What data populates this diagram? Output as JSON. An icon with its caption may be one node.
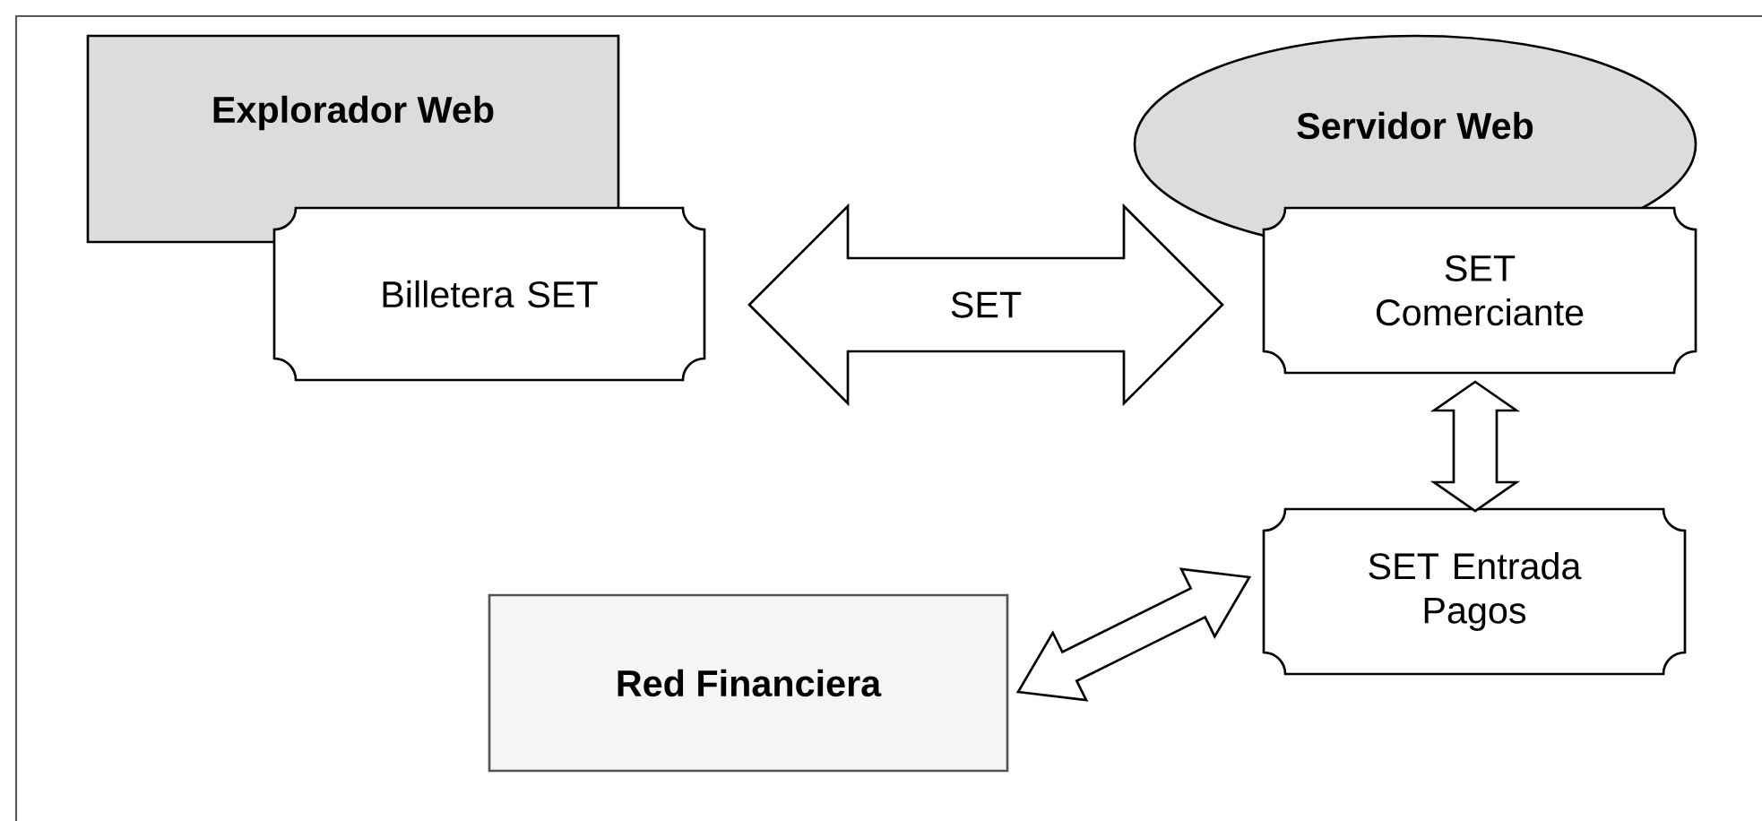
{
  "diagram": {
    "nodes": [
      {
        "text": [
          "Explorador Web"
        ]
      },
      {
        "text": [
          "Billetera SET"
        ]
      },
      {
        "text": [
          "Servidor Web"
        ]
      },
      {
        "text": [
          "SET Comerciante"
        ]
      },
      {
        "text": [
          "SET Entrada Pagos"
        ]
      },
      {
        "text": [
          "Red Financiera"
        ]
      }
    ],
    "edges": [
      {
        "from": 1,
        "to": 3,
        "arrow": "both",
        "label": "SET"
      },
      {
        "from": 3,
        "to": 4,
        "arrow": "both"
      },
      {
        "from": 5,
        "to": 4,
        "arrow": "both"
      }
    ]
  }
}
